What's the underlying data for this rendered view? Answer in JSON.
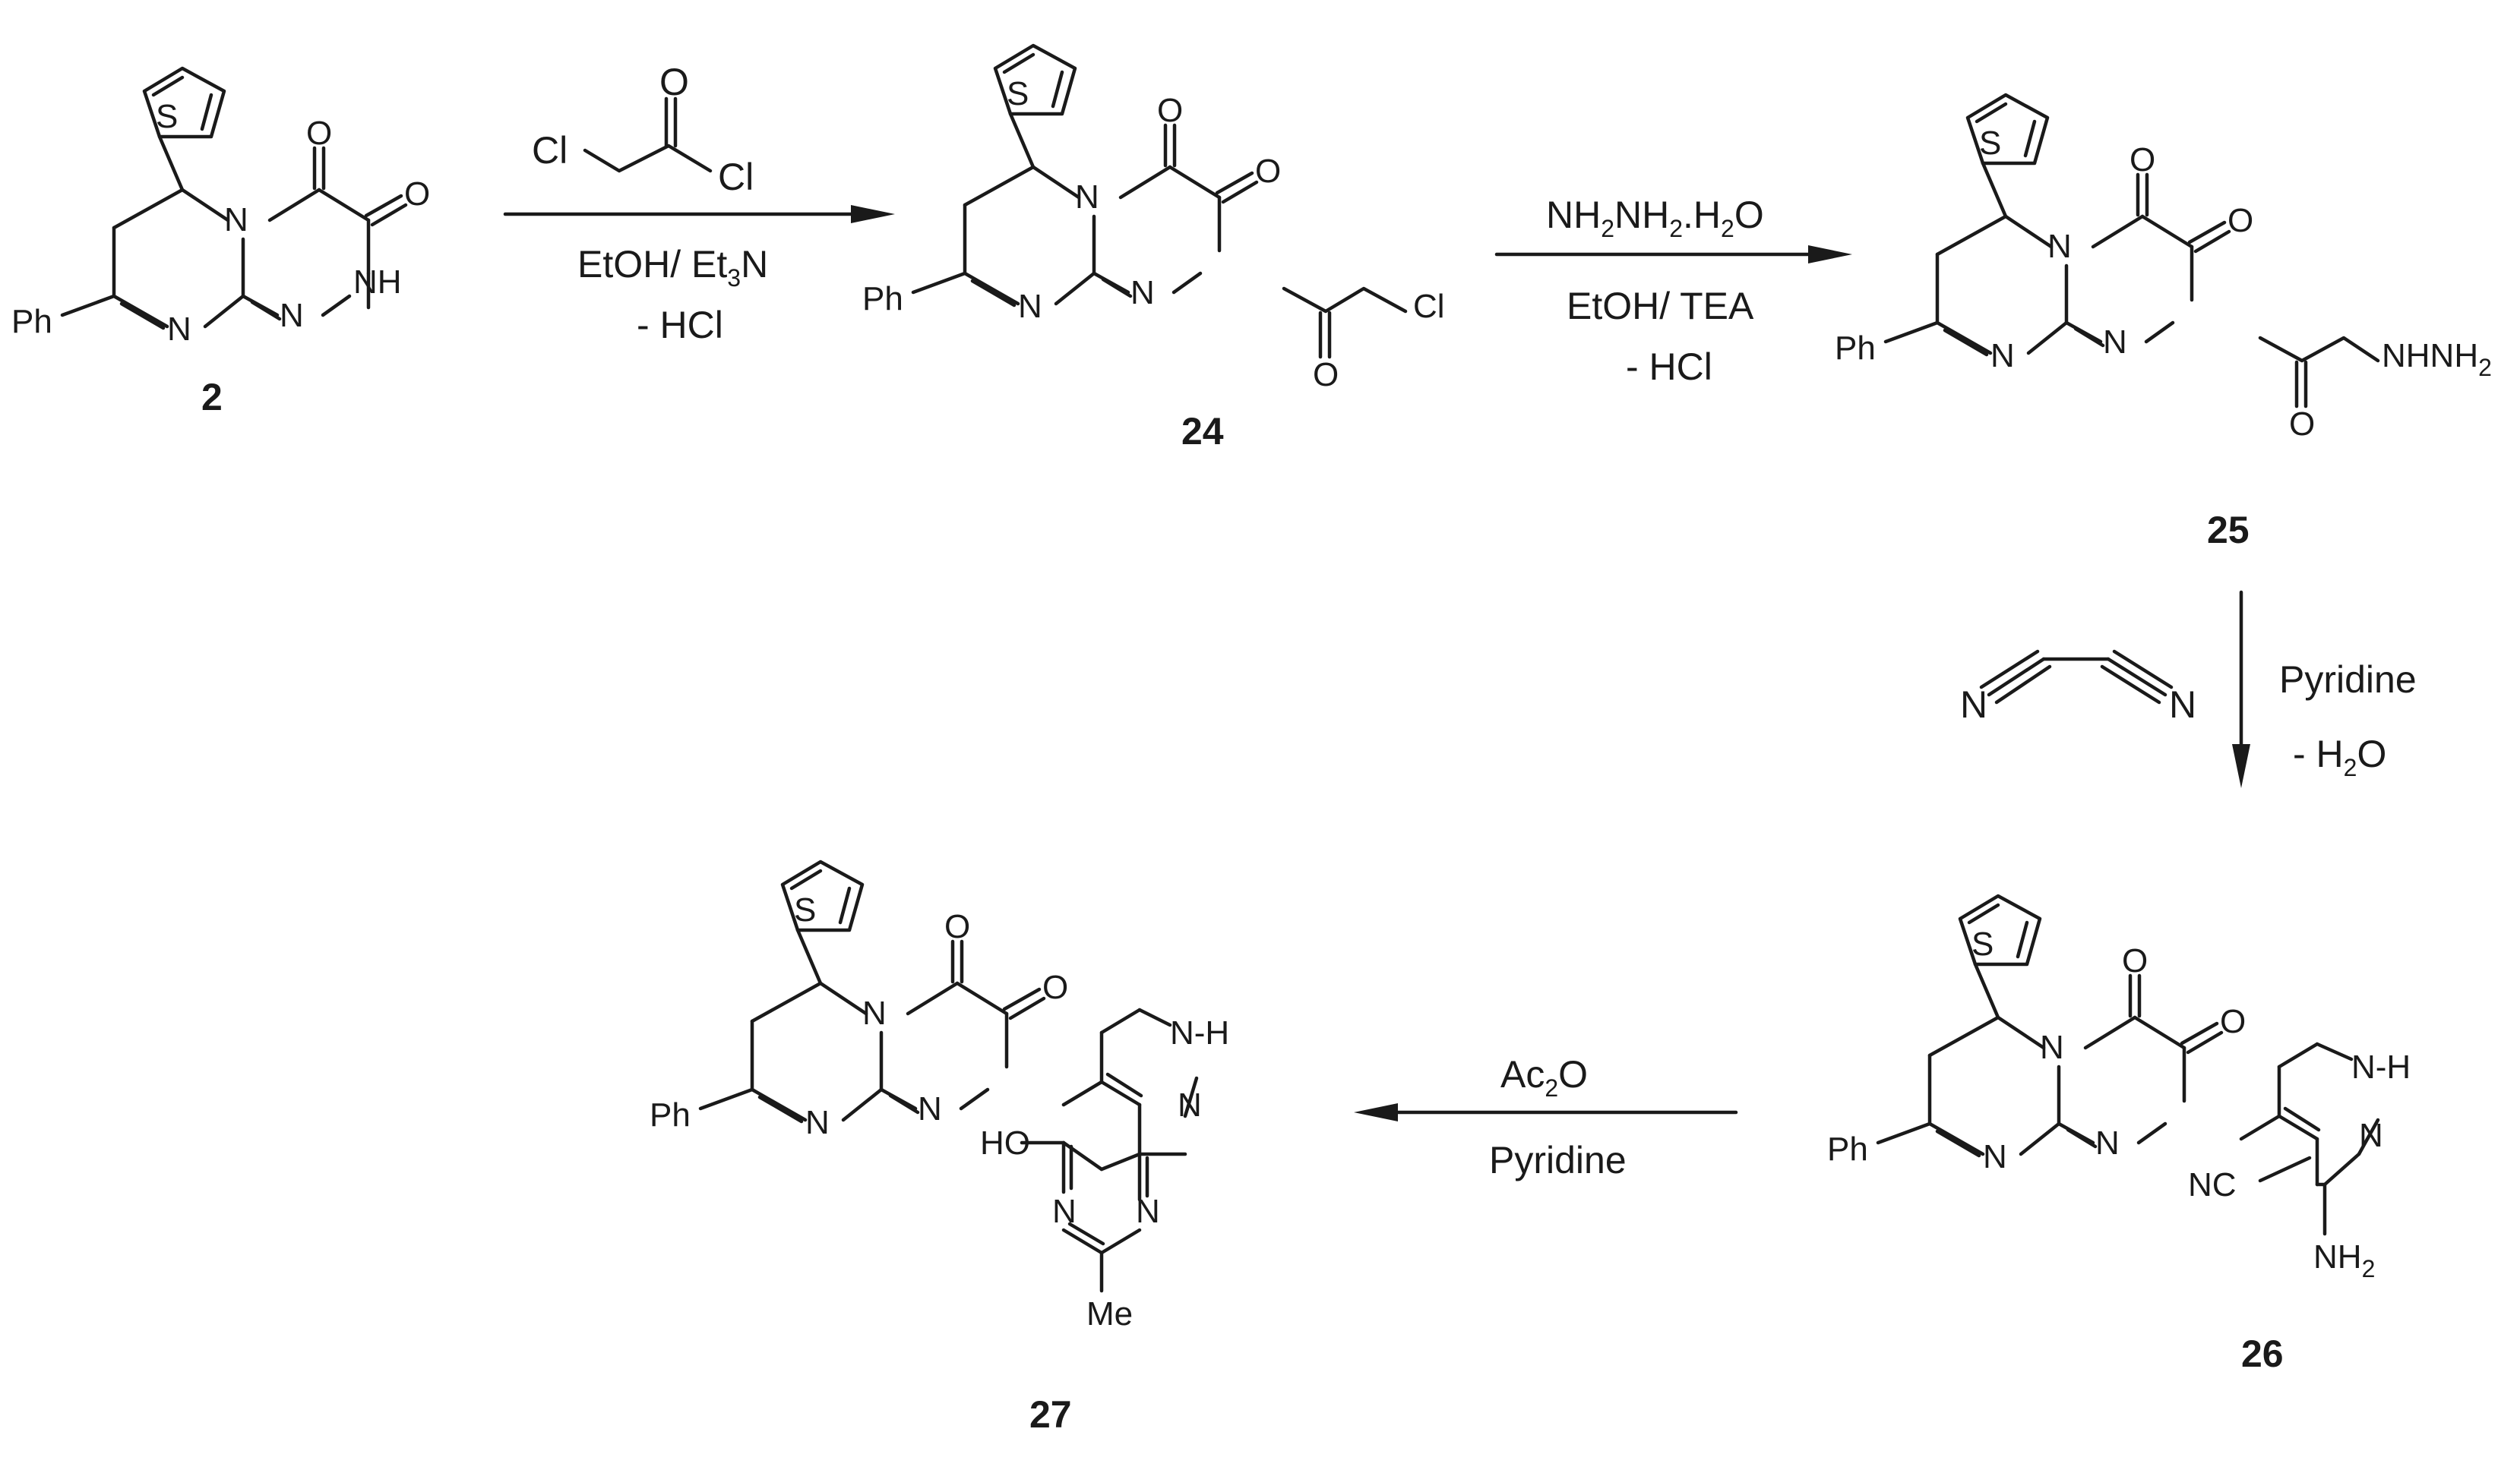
{
  "compounds": {
    "c2": {
      "number": "2"
    },
    "c24": {
      "number": "24"
    },
    "c25": {
      "number": "25"
    },
    "c26": {
      "number": "26"
    },
    "c27": {
      "number": "27"
    }
  },
  "atoms": {
    "S": "S",
    "O": "O",
    "N": "N",
    "NH": "NH",
    "N_H": "N-H",
    "Ph": "Ph",
    "Cl": "Cl",
    "NHNH": "NHNH",
    "two": "2",
    "three": "3",
    "NC": "NC",
    "NH2_base": "NH",
    "HO": "HO",
    "Me": "Me"
  },
  "conditions": {
    "step1": {
      "reagent_cl1": "Cl",
      "reagent_cl2": "Cl",
      "reagent_o": "O",
      "solvent": "EtOH/ Et",
      "solvent_sub": "3",
      "solvent_tail": "N",
      "byproduct": "- HCl"
    },
    "step2": {
      "reagent_a": "NH",
      "reagent_sub1": "2",
      "reagent_b": "NH",
      "reagent_sub2": "2",
      "reagent_c": ".H",
      "reagent_sub3": "2",
      "reagent_d": "O",
      "solvent": "EtOH/ TEA",
      "byproduct": "- HCl"
    },
    "step3": {
      "reagent_n1": "N",
      "reagent_n2": "N",
      "solvent": "Pyridine",
      "byproduct": "- H",
      "byproduct_sub": "2",
      "byproduct_tail": "O"
    },
    "step4": {
      "reagent": "Ac",
      "reagent_sub": "2",
      "reagent_tail": "O",
      "solvent": "Pyridine"
    }
  }
}
